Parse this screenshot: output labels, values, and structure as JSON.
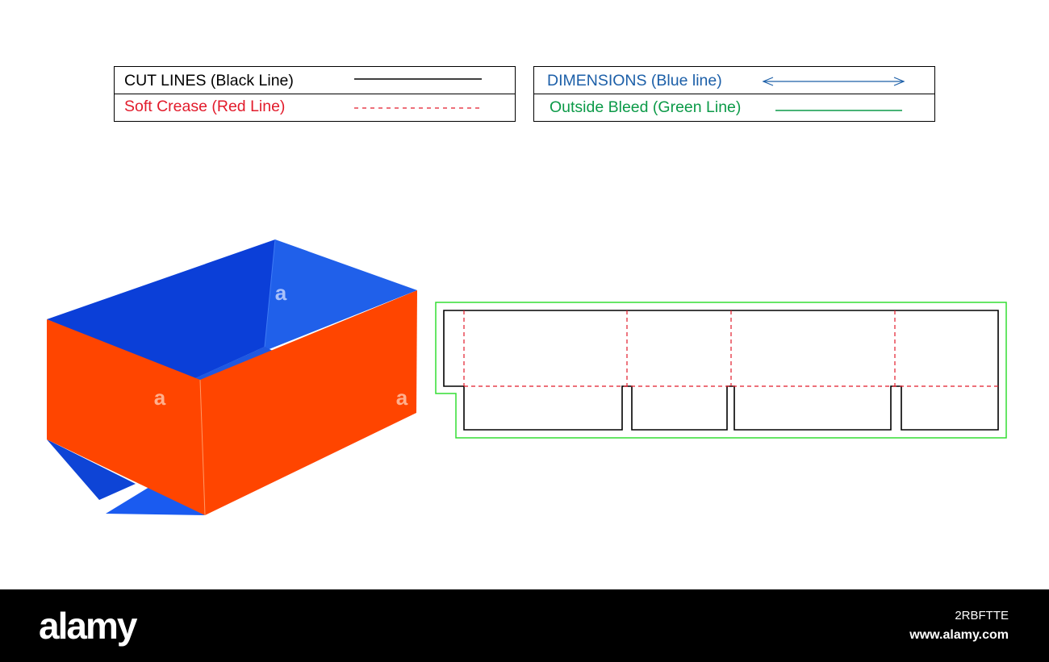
{
  "legend": {
    "cut_lines": {
      "label": "CUT LINES (Black Line)",
      "color": "#000000"
    },
    "soft_crease": {
      "label": "Soft Crease (Red Line)",
      "color": "#e21b2b"
    },
    "dimensions": {
      "label": "DIMENSIONS (Blue line)",
      "color": "#1c5fa8"
    },
    "outside_bleed": {
      "label": "Outside Bleed (Green Line)",
      "color": "#0c9a48"
    }
  },
  "box_3d": {
    "face_label": "a",
    "colors": {
      "inner_blue": "#0b3fd8",
      "inner_light_blue": "#2060ea",
      "outer_orange": "#ff4500",
      "bottom_blue": "#0e44d6"
    }
  },
  "dieline": {
    "cut_color": "#000000",
    "crease_color": "#e21b2b",
    "bleed_color": "#33dd33"
  },
  "footer": {
    "brand": "alamy",
    "image_code": "2RBFTTE",
    "url": "www.alamy.com"
  }
}
